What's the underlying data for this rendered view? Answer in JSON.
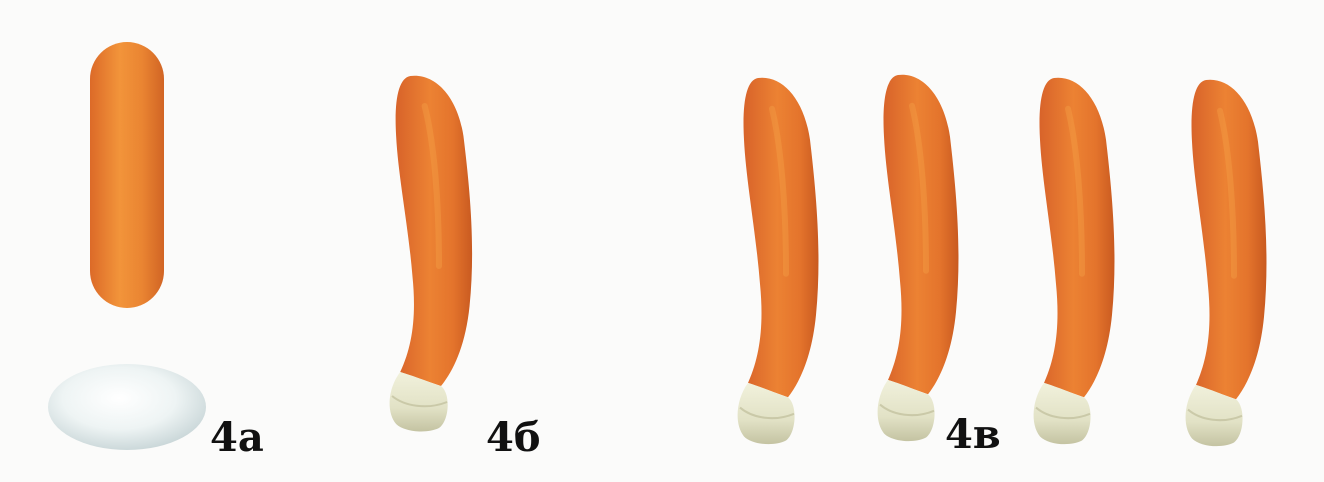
{
  "labels": {
    "step_a": "4а",
    "step_b": "4б",
    "step_c": "4в"
  },
  "colors": {
    "background": "#fbfbfa",
    "finger_orange": "#e2702a",
    "finger_highlight": "#f2953c",
    "finger_shadow": "#c85a1e",
    "nail_cream": "#e6e6cf",
    "nail_shadow": "#c9c8a6",
    "white_ball": "#eef3f3",
    "white_ball_shadow": "#c9d6d8"
  },
  "illustration": {
    "step_a": [
      "straight-orange-roll-icon",
      "white-oval-ball-icon"
    ],
    "step_b": [
      "curved-finger-with-nail-icon"
    ],
    "step_c": [
      "curved-finger-with-nail-icon",
      "curved-finger-with-nail-icon",
      "curved-finger-with-nail-icon",
      "curved-finger-with-nail-icon"
    ]
  }
}
